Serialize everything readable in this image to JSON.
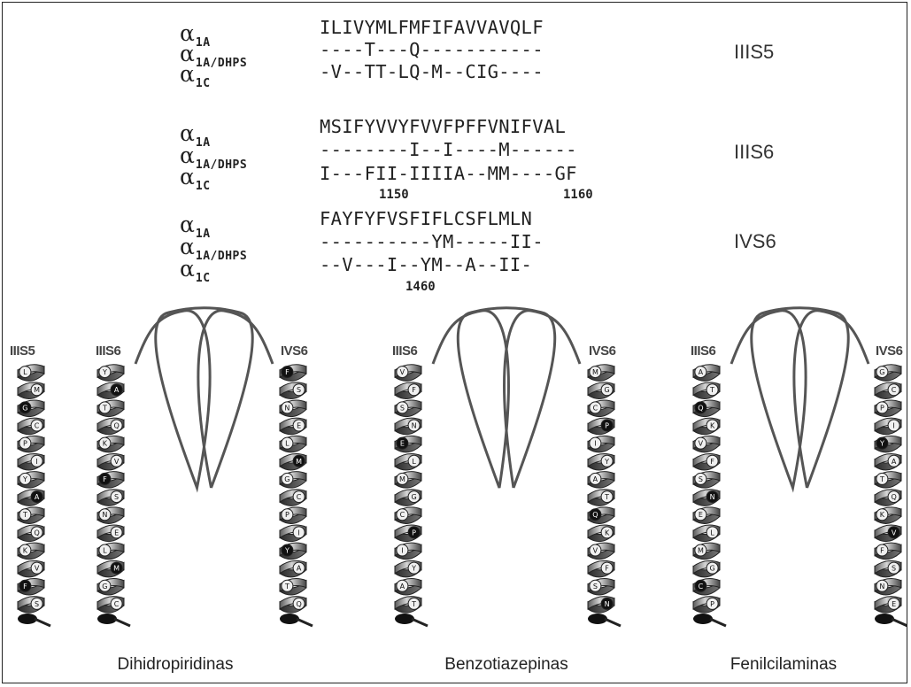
{
  "alignment": {
    "groups": [
      {
        "segment": "IIIS5",
        "rows": [
          {
            "sub": "1A",
            "sequence": "ILIVYMLFMFIFAVVAVQLF"
          },
          {
            "sub": "1A/DHPS",
            "sequence": "----T---Q-----------"
          },
          {
            "sub": "1C",
            "sequence": "-V--TT-LQ-M--CIG----"
          }
        ],
        "positions": []
      },
      {
        "segment": "IIIS6",
        "rows": [
          {
            "sub": "1A",
            "sequence": "MSIFYVVYFVVFPFFVNIFVAL"
          },
          {
            "sub": "1A/DHPS",
            "sequence": "--------I--I----M------"
          },
          {
            "sub": "1C",
            "sequence": "I---FII-IIIIA--MM----GF"
          }
        ],
        "positions": [
          "1150",
          "1160"
        ]
      },
      {
        "segment": "IVS6",
        "rows": [
          {
            "sub": "1A",
            "sequence": "FAYFYFVSFIFLCSFLMLN"
          },
          {
            "sub": "1A/DHPS",
            "sequence": "----------YM-----II-"
          },
          {
            "sub": "1C",
            "sequence": "--V---I--YM--A--II-"
          }
        ],
        "positions": [
          "1460"
        ]
      }
    ],
    "alpha": "α"
  },
  "panels": [
    {
      "caption": "Dihidropiridinas",
      "helix_labels": [
        "IIIS5",
        "IIIS6",
        "IVS6"
      ]
    },
    {
      "caption": "Benzotiazepinas",
      "helix_labels": [
        "IIIS6",
        "IVS6"
      ]
    },
    {
      "caption": "Fenilcilaminas",
      "helix_labels": [
        "IIIS6",
        "IVS6"
      ]
    }
  ],
  "colors": {
    "ink": "#222222",
    "helix_light": "#d8d8d8",
    "helix_mid": "#8a8a8a",
    "helix_dark": "#3a3a3a",
    "residue_dark": "#111111"
  }
}
